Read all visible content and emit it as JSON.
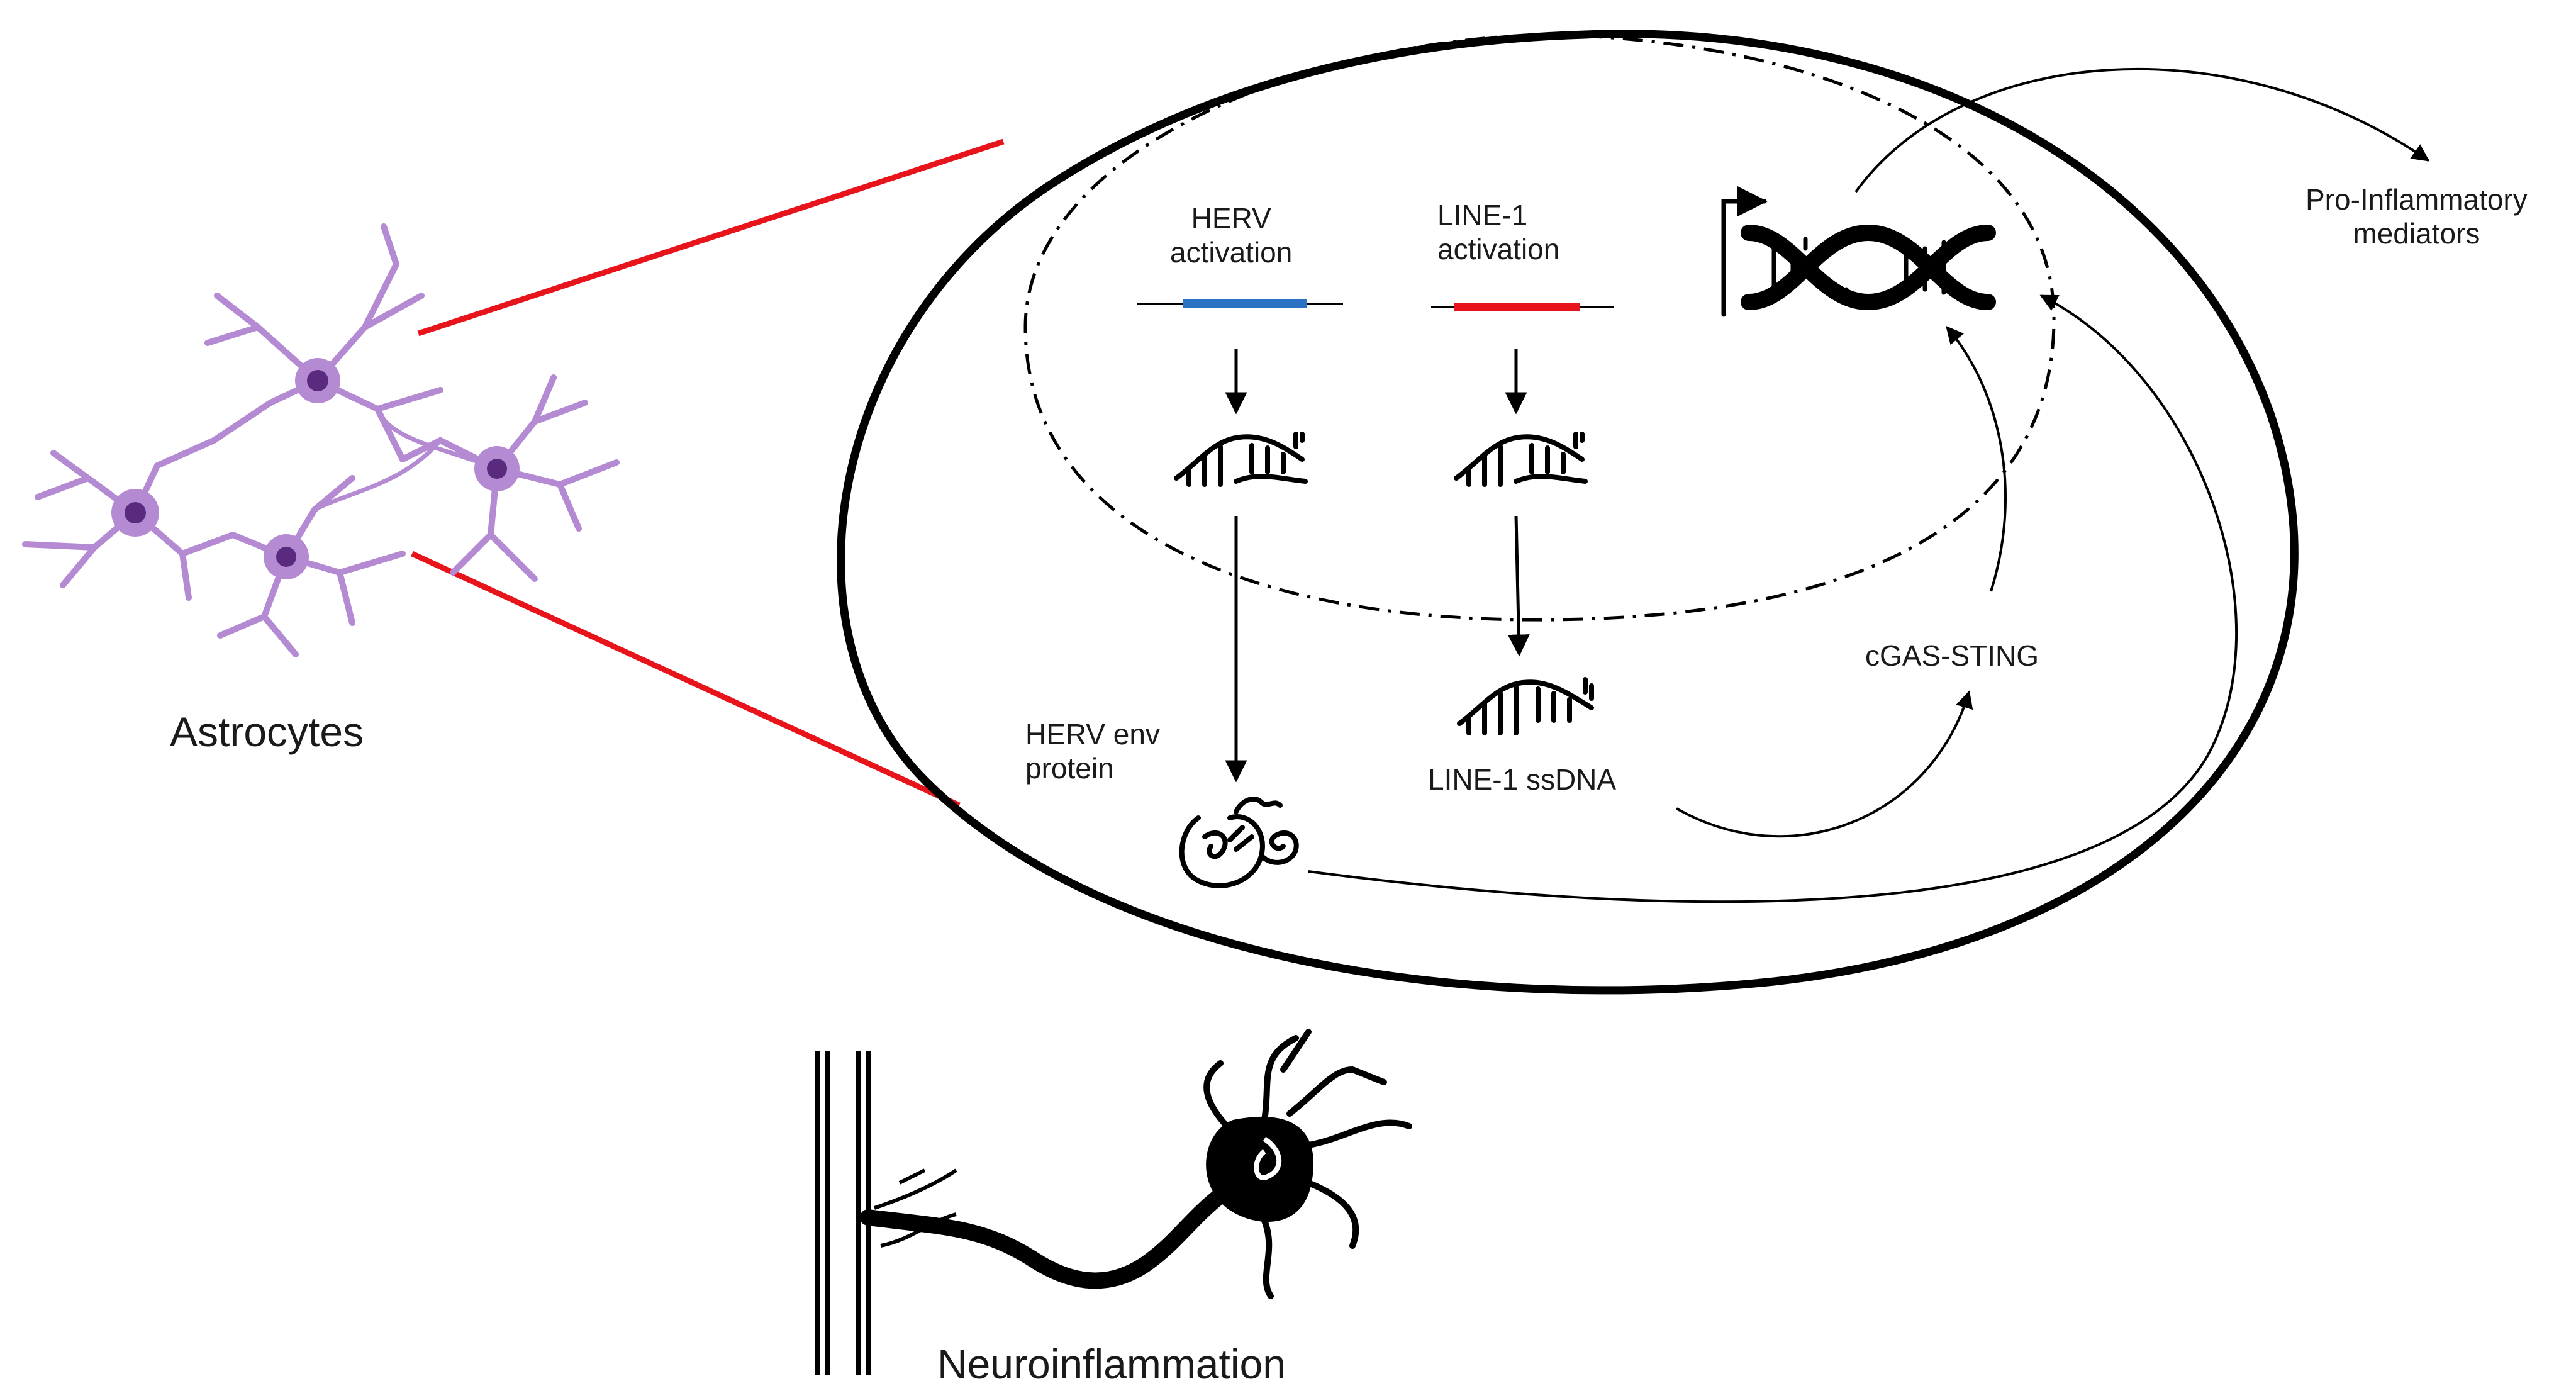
{
  "labels": {
    "astrocytes": "Astrocytes",
    "herv_activation": [
      "HERV",
      "activation"
    ],
    "line1_activation": [
      "LINE-1",
      "activation"
    ],
    "pro_inflammatory": [
      "Pro-Inflammatory",
      "mediators"
    ],
    "cgas_sting": "cGAS-STING",
    "herv_env_protein": [
      "HERV env",
      "protein"
    ],
    "line1_ssdna": "LINE-1 ssDNA",
    "neuroinflammation": "Neuroinflammation"
  },
  "colors": {
    "astrocyte": "#b48ad3",
    "astrocyte_nucleus": "#5a2a7e",
    "callout_lines": "#e8141b",
    "herv_segment": "#2a72c4",
    "line1_segment": "#e8141b",
    "outline": "#000000"
  },
  "icons": {
    "astrocyte_network": "astrocyte-cells-illustration",
    "gene_dna": "dna-double-helix-with-transcription-arrow-icon",
    "rna": "rna-strand-icon",
    "ssdna": "ssdna-strand-icon",
    "protein": "folded-protein-icon",
    "neuron": "neuron-with-myelinated-axon-icon"
  }
}
